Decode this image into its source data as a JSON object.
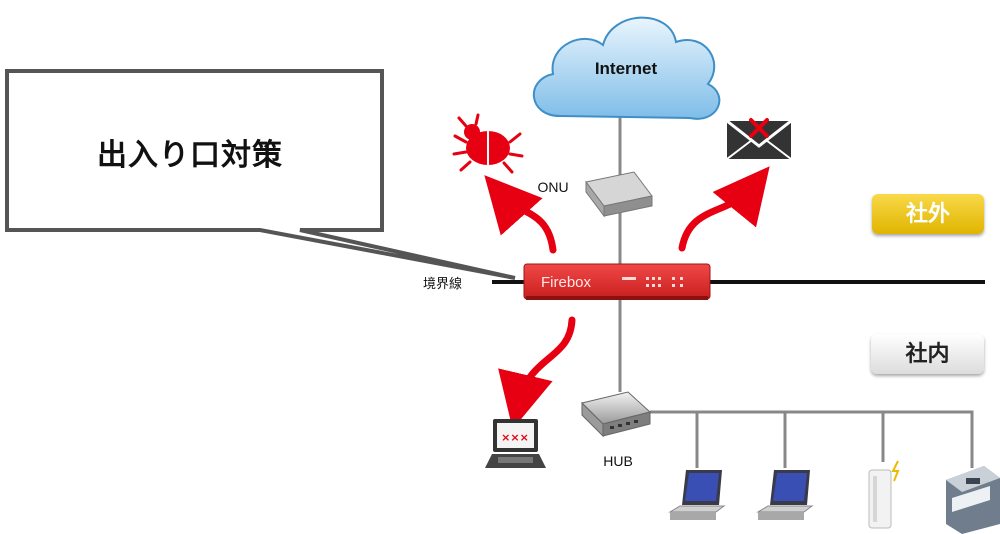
{
  "callout": {
    "text": "出入り口対策"
  },
  "internet": {
    "label": "Internet"
  },
  "onu": {
    "label": "ONU"
  },
  "firebox": {
    "label": "Firebox"
  },
  "hub": {
    "label": "HUB"
  },
  "boundary": {
    "label": "境界線"
  },
  "zones": {
    "outside": "社外",
    "inside": "社内"
  },
  "colors": {
    "threat_red": "#e60012",
    "firebox_red": "#dc2b2b",
    "outside_badge": "#f2c81a",
    "cloud_blue": "#8fc8ee"
  },
  "icons": [
    "bug-icon",
    "blocked-mail-icon",
    "infected-laptop-icon",
    "laptop-icon",
    "wifi-router-icon",
    "printer-icon"
  ]
}
